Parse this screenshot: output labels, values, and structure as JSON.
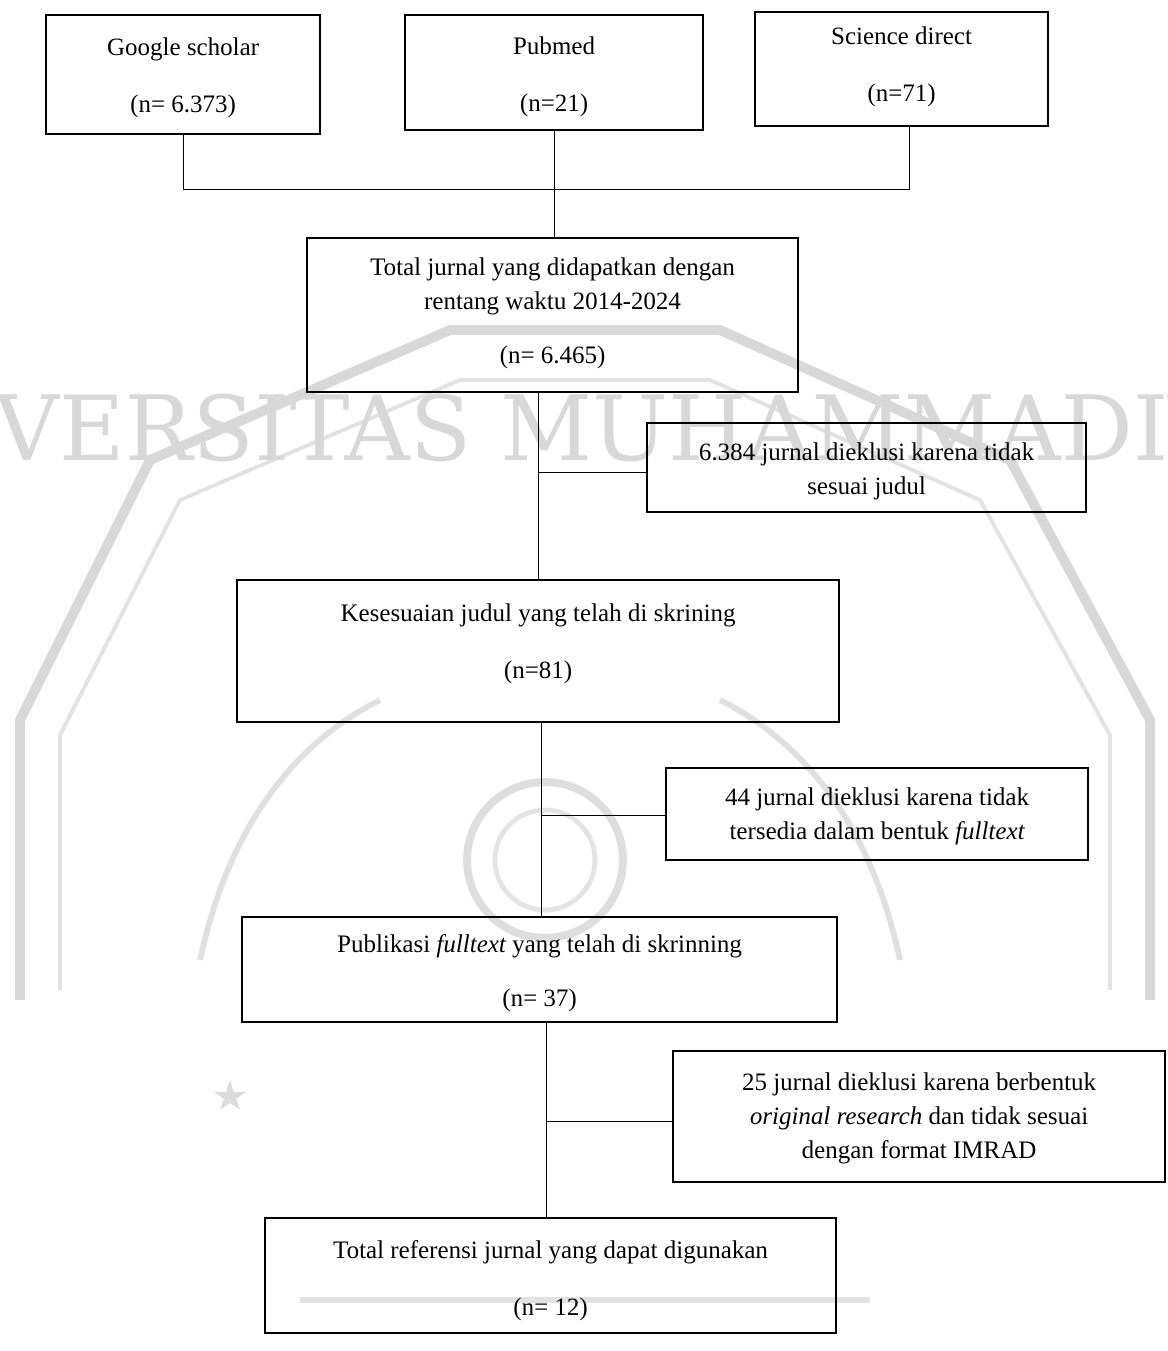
{
  "sources": [
    {
      "name": "Google scholar",
      "count": "(n= 6.373)"
    },
    {
      "name": "Pubmed",
      "count": "(n=21)"
    },
    {
      "name": "Science direct",
      "count": "(n=71)"
    }
  ],
  "total_box": {
    "line1": "Total jurnal yang didapatkan dengan",
    "line2": "rentang waktu 2014-2024",
    "count": "(n= 6.465)"
  },
  "exclusion_1": {
    "line1": "6.384 jurnal dieklusi karena tidak",
    "line2": "sesuai judul"
  },
  "title_screening": {
    "label": "Kesesuaian judul yang telah di skrining",
    "count": "(n=81)"
  },
  "exclusion_2": {
    "line1": "44 jurnal dieklusi karena tidak",
    "line2_prefix": "tersedia dalam bentuk ",
    "line2_italic": "fulltext"
  },
  "fulltext_screening": {
    "prefix": "Publikasi ",
    "italic": "fulltext",
    "suffix": " yang telah di skrinning",
    "count": "(n= 37)"
  },
  "exclusion_3": {
    "line1": "25 jurnal dieklusi karena berbentuk",
    "line2_italic": "original research",
    "line2_suffix": " dan tidak sesuai",
    "line3": "dengan format IMRAD"
  },
  "final_box": {
    "label": "Total referensi jurnal yang dapat digunakan",
    "count": "(n= 12)"
  },
  "watermark": {
    "text": "UNIVERSITAS MUHAMMADIYAH",
    "color": "#d8d8d8"
  }
}
